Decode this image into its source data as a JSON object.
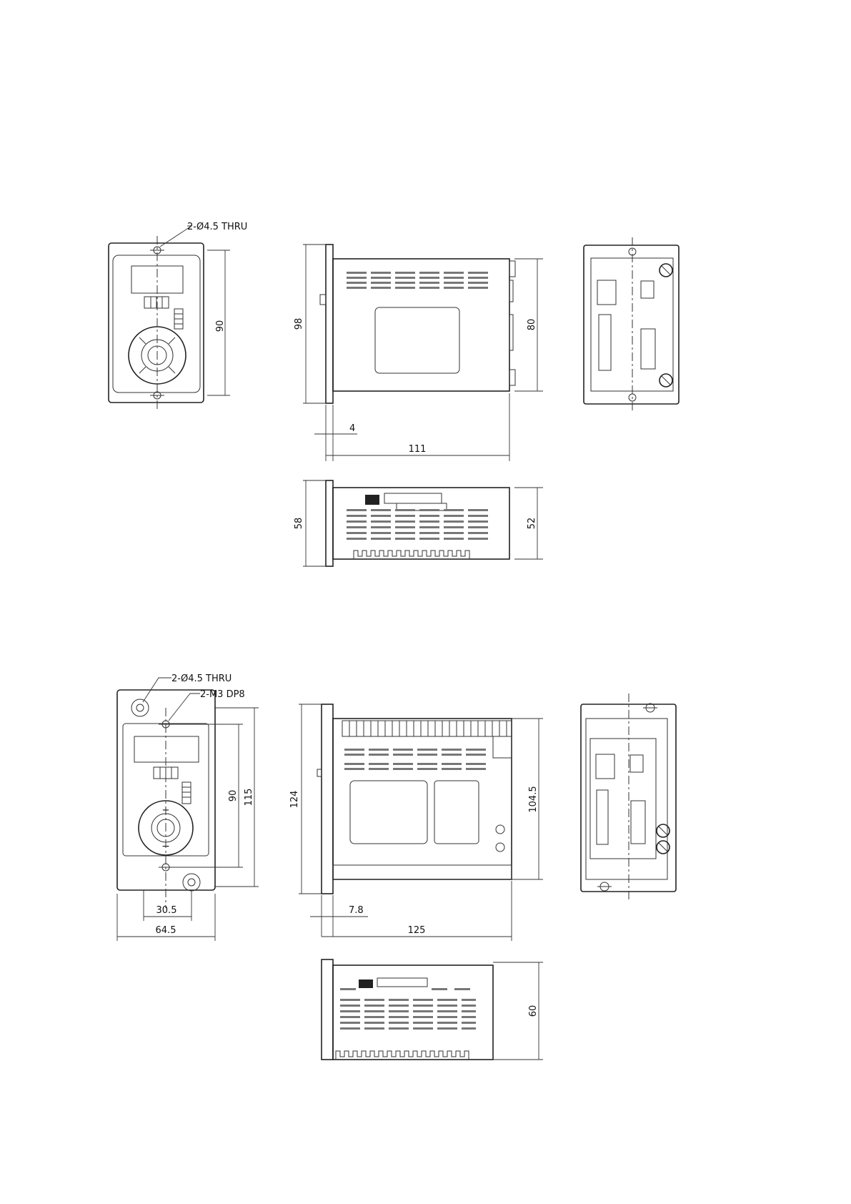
{
  "drawing_a": {
    "front": {
      "hole_note": "2-Ø4.5 THRU",
      "height": "90"
    },
    "side": {
      "height": "98",
      "inner_height": "80",
      "flange": "4",
      "depth": "111"
    },
    "bottom": {
      "height": "58",
      "inner_height": "52"
    }
  },
  "drawing_b": {
    "front": {
      "hole_note": "2-Ø4.5 THRU",
      "tap_note": "2-M3 DP8",
      "height_inner": "90",
      "height_outer": "115",
      "hole_offset": "30.5",
      "width": "64.5"
    },
    "side": {
      "height": "124",
      "inner_height": "104.5",
      "flange": "7.8",
      "depth": "125"
    },
    "bottom": {
      "height": "60"
    }
  }
}
